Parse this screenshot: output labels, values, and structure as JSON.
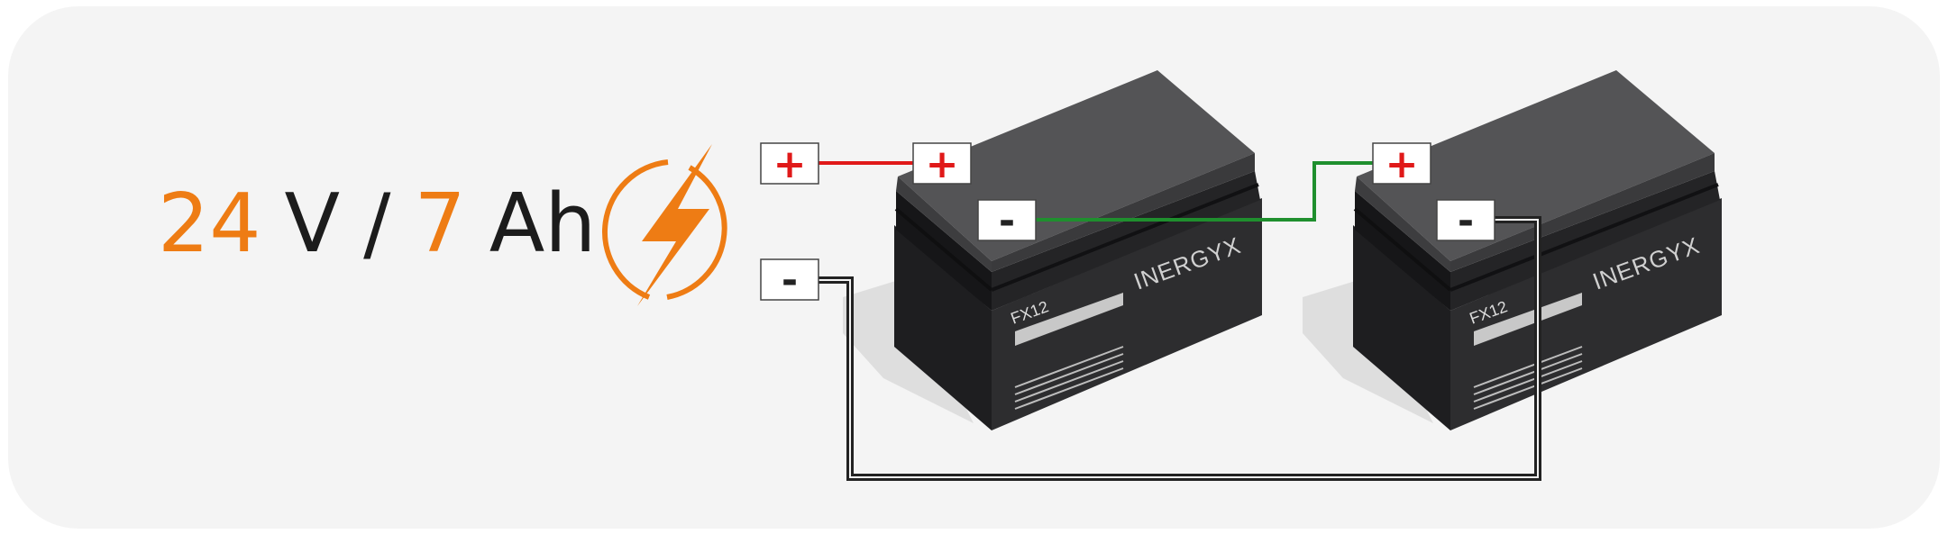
{
  "spec": {
    "voltage_value": "24",
    "voltage_unit": "V",
    "separator": "/",
    "capacity_value": "7",
    "capacity_unit": "Ah"
  },
  "terminals": {
    "positive_symbol": "+",
    "negative_symbol": "-"
  },
  "batteries": [
    {
      "model": "FX12",
      "brand": "INERGYX"
    },
    {
      "model": "FX12",
      "brand": "INERGYX"
    }
  ],
  "colors": {
    "accent": "#ee7c14",
    "positive_wire": "#e01919",
    "series_link_wire": "#1f8f2e",
    "negative_wire": "#222222",
    "battery_body": "#2b2b2d",
    "battery_lid": "#555555"
  },
  "icons": [
    "lightning-bolt-icon"
  ]
}
